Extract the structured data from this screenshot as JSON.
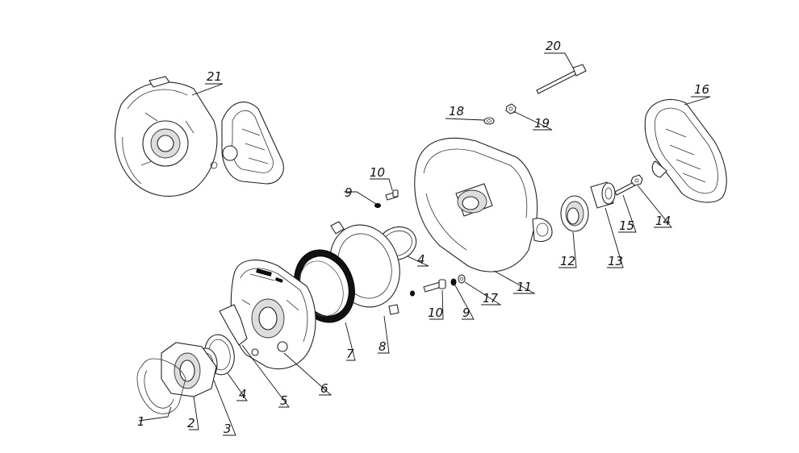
{
  "diagram": {
    "callouts": [
      {
        "id": "c1",
        "label": "1"
      },
      {
        "id": "c2",
        "label": "2"
      },
      {
        "id": "c3",
        "label": "3"
      },
      {
        "id": "c4a",
        "label": "4"
      },
      {
        "id": "c4b",
        "label": "4"
      },
      {
        "id": "c5",
        "label": "5"
      },
      {
        "id": "c6",
        "label": "6"
      },
      {
        "id": "c7",
        "label": "7"
      },
      {
        "id": "c8",
        "label": "8"
      },
      {
        "id": "c9a",
        "label": "9"
      },
      {
        "id": "c9b",
        "label": "9"
      },
      {
        "id": "c10a",
        "label": "10"
      },
      {
        "id": "c10b",
        "label": "10"
      },
      {
        "id": "c11",
        "label": "11"
      },
      {
        "id": "c12",
        "label": "12"
      },
      {
        "id": "c13",
        "label": "13"
      },
      {
        "id": "c14",
        "label": "14"
      },
      {
        "id": "c15",
        "label": "15"
      },
      {
        "id": "c16",
        "label": "16"
      },
      {
        "id": "c17",
        "label": "17"
      },
      {
        "id": "c18",
        "label": "18"
      },
      {
        "id": "c19",
        "label": "19"
      },
      {
        "id": "c20",
        "label": "20"
      },
      {
        "id": "c21",
        "label": "21"
      }
    ]
  }
}
